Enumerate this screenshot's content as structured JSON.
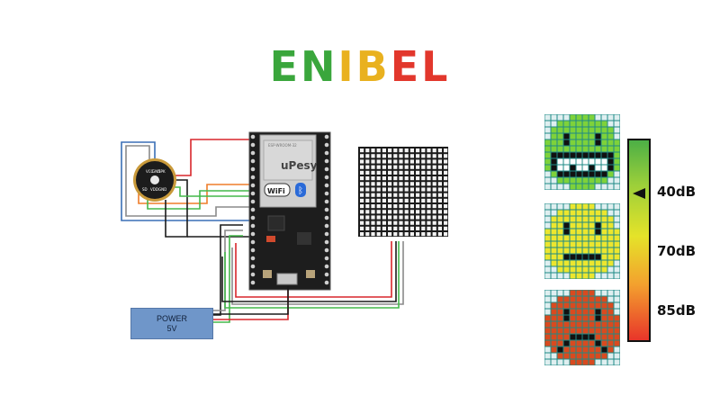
{
  "title": {
    "letters": [
      {
        "char": "E",
        "color": "#3aa63c"
      },
      {
        "char": "N",
        "color": "#3aa63c"
      },
      {
        "char": "I",
        "color": "#e9b11f"
      },
      {
        "char": "B",
        "color": "#e9b11f"
      },
      {
        "char": "E",
        "color": "#e2372c"
      },
      {
        "char": "L",
        "color": "#e2372c"
      }
    ]
  },
  "board": {
    "brand_label": "uPesy",
    "wifi_label": "WiFi",
    "bluetooth_label": "ᛒ",
    "module_label": "ESP-WROOM-32"
  },
  "sensor": {
    "pin_labels_top": [
      "VCC",
      "GND",
      "SPK"
    ],
    "pin_labels_bottom": [
      "SD",
      "VDD",
      "GND"
    ]
  },
  "power": {
    "line1": "POWER",
    "line2": "5V"
  },
  "scale": {
    "labels": [
      "40dB",
      "70dB",
      "85dB"
    ]
  },
  "smileys": [
    {
      "mood": "happy",
      "face_color": "#7ed23a",
      "background": "#1e8a86"
    },
    {
      "mood": "neutral",
      "face_color": "#ece62e",
      "background": "#1e8a86"
    },
    {
      "mood": "sad",
      "face_color": "#d94a1f",
      "background": "#1e8a86"
    }
  ],
  "colors": {
    "wire_red": "#d8262b",
    "wire_green": "#44b84a",
    "wire_orange": "#ef7d2a",
    "wire_blue": "#3a6fb5",
    "wire_black": "#1a1a1a",
    "wire_gray": "#8a8a8a"
  }
}
